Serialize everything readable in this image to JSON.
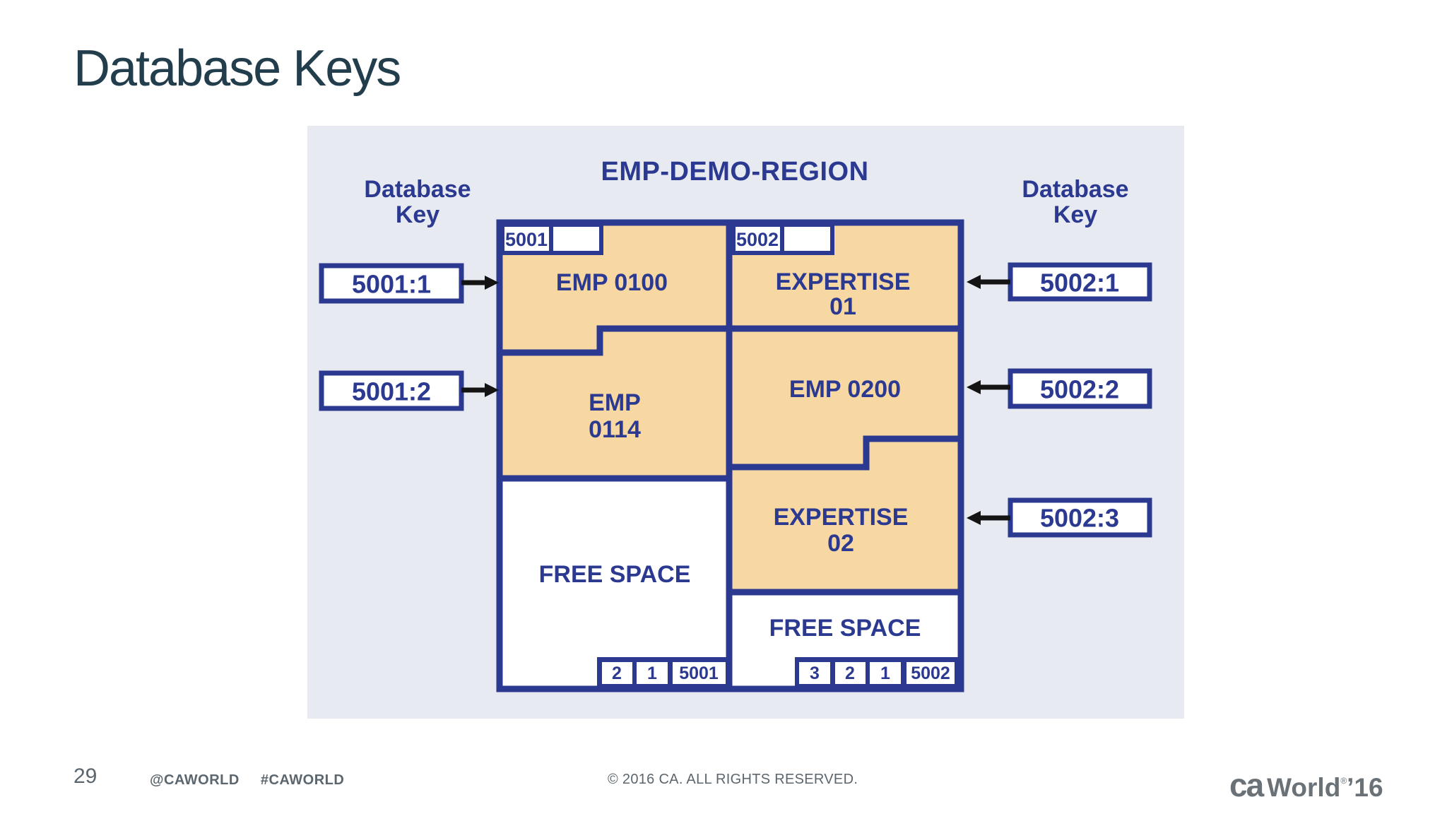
{
  "slide": {
    "title": "Database Keys",
    "footer": {
      "page_number": "29",
      "tag1": "@CAWORLD",
      "tag2": "#CAWORLD",
      "copyright": "© 2016 CA. ALL RIGHTS RESERVED.",
      "logo_ca": "ca",
      "logo_world": "World",
      "logo_reg": "®",
      "logo_year": "’16"
    }
  },
  "diagram": {
    "region_title": "EMP-DEMO-REGION",
    "left_key_header": {
      "line1": "Database",
      "line2": "Key"
    },
    "right_key_header": {
      "line1": "Database",
      "line2": "Key"
    },
    "left_keys": [
      "5001:1",
      "5001:2"
    ],
    "right_keys": [
      "5002:1",
      "5002:2",
      "5002:3"
    ],
    "left_page": {
      "page_id": "5001",
      "record1_line1": "EMP 0100",
      "record2_line1": "EMP",
      "record2_line2": "0114",
      "free_space": "FREE SPACE",
      "footer_cells": [
        "2",
        "1",
        "5001"
      ]
    },
    "right_page": {
      "page_id": "5002",
      "record1_line1": "EXPERTISE",
      "record1_line2": "01",
      "record2_line1": "EMP 0200",
      "record3_line1": "EXPERTISE",
      "record3_line2": "02",
      "free_space": "FREE SPACE",
      "footer_cells": [
        "3",
        "2",
        "1",
        "5002"
      ]
    },
    "colors": {
      "navy": "#2b3a90",
      "record_fill": "#f7d7a2",
      "panel_bg": "#e8eaf1",
      "arrow": "#141414",
      "title_text": "#223d4c",
      "footer_text": "#5c666e"
    }
  }
}
